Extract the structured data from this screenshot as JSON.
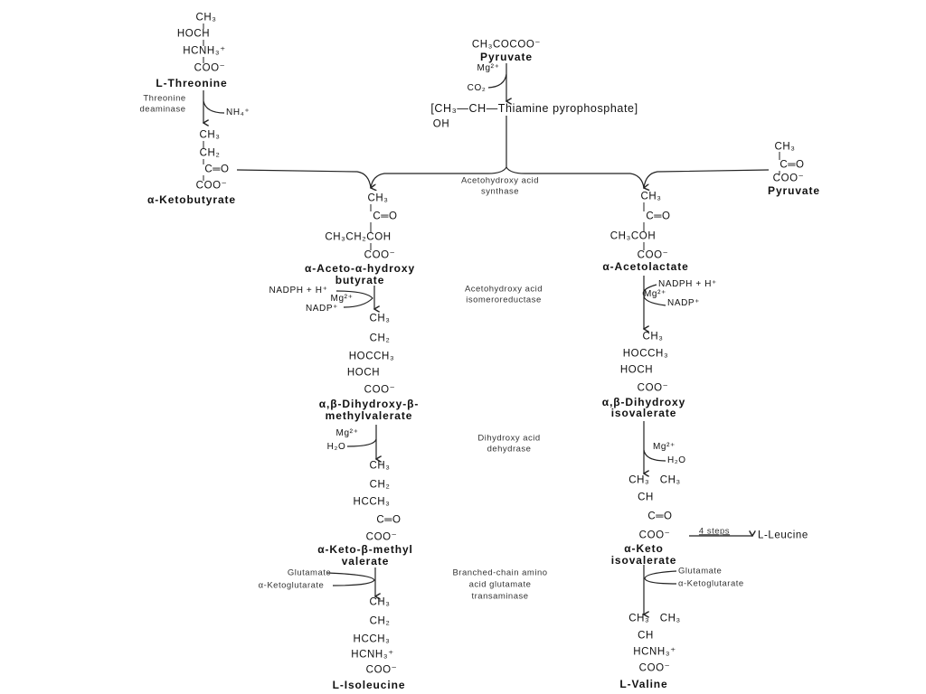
{
  "threonine": {
    "formula": [
      "CH₃",
      "HOCH",
      "HCNH₃⁺",
      "COO⁻"
    ],
    "name": "L-Threonine"
  },
  "threonine_deaminase": {
    "enzyme": [
      "Threonine",
      "deaminase"
    ],
    "product": "NH₄⁺"
  },
  "ketobutyrate": {
    "formula": [
      "CH₃",
      "CH₂",
      "C═O",
      "COO⁻"
    ],
    "name": "α-Ketobutyrate"
  },
  "pyruvate_top": {
    "formula": "CH₃COCOO⁻",
    "name": "Pyruvate",
    "cofactor": "Mg²⁺",
    "product": "CO₂"
  },
  "tpp_intermediate": {
    "formula": "[CH₃—CH—Thiamine pyrophosphate]",
    "oh": "OH"
  },
  "pyruvate_right": {
    "formula": [
      "CH₃",
      "C═O",
      "COO⁻"
    ],
    "name": "Pyruvate"
  },
  "enzymes": {
    "synthase": [
      "Acetohydroxy acid",
      "synthase"
    ],
    "isomeroreductase": [
      "Acetohydroxy acid",
      "isomeroreductase"
    ],
    "dehydrase": [
      "Dihydroxy acid",
      "dehydrase"
    ],
    "transaminase": [
      "Branched-chain amino",
      "acid glutamate",
      "transaminase"
    ]
  },
  "isoleucine_path": {
    "acetohydroxybutyrate": {
      "formula": [
        "CH₃",
        "C═O",
        "CH₃CH₂COH",
        "COO⁻"
      ],
      "name": [
        "α-Aceto-α-hydroxy",
        "butyrate"
      ]
    },
    "reductase_cofactors": {
      "in": "NADPH + H⁺",
      "mg": "Mg²⁺",
      "out": "NADP⁺"
    },
    "dihydroxymethylvalerate": {
      "formula": [
        "CH₃",
        "CH₂",
        "HOCCH₃",
        "HOCH",
        "COO⁻"
      ],
      "name": [
        "α,β-Dihydroxy-β-",
        "methylvalerate"
      ]
    },
    "dehydrase_cofactors": {
      "mg": "Mg²⁺",
      "out": "H₂O"
    },
    "ketomethylvalerate": {
      "formula": [
        "CH₃",
        "CH₂",
        "HCCH₃",
        "C═O",
        "COO⁻"
      ],
      "name": [
        "α-Keto-β-methyl",
        "valerate"
      ]
    },
    "transaminase_cofactors": {
      "in": "Glutamate",
      "out": "α-Ketoglutarate"
    },
    "isoleucine": {
      "formula": [
        "CH₃",
        "CH₂",
        "HCCH₃",
        "HCNH₃⁺",
        "COO⁻"
      ],
      "name": "L-Isoleucine"
    }
  },
  "valine_path": {
    "acetolactate": {
      "formula": [
        "CH₃",
        "C═O",
        "CH₃COH",
        "COO⁻"
      ],
      "name": "α-Acetolactate"
    },
    "reductase_cofactors": {
      "in": "NADPH + H⁺",
      "mg": "Mg²⁺",
      "out": "NADP⁺"
    },
    "dihydroxyisovalerate": {
      "formula": [
        "CH₃",
        "HOCCH₃",
        "HOCH",
        "COO⁻"
      ],
      "name": [
        "α,β-Dihydroxy",
        "isovalerate"
      ]
    },
    "dehydrase_cofactors": {
      "mg": "Mg²⁺",
      "out": "H₂O"
    },
    "ketoisovalerate": {
      "formula": [
        "CH₃   CH₃",
        "CH",
        "C═O",
        "COO⁻"
      ],
      "name": [
        "α-Keto",
        "isovalerate"
      ]
    },
    "leucine_branch": {
      "steps": "4 steps",
      "product": "L-Leucine"
    },
    "transaminase_cofactors": {
      "in": "Glutamate",
      "out": "α-Ketoglutarate"
    },
    "valine": {
      "formula": [
        "CH₃   CH₃",
        "CH",
        "HCNH₃⁺",
        "COO⁻"
      ],
      "name": "L-Valine"
    }
  }
}
